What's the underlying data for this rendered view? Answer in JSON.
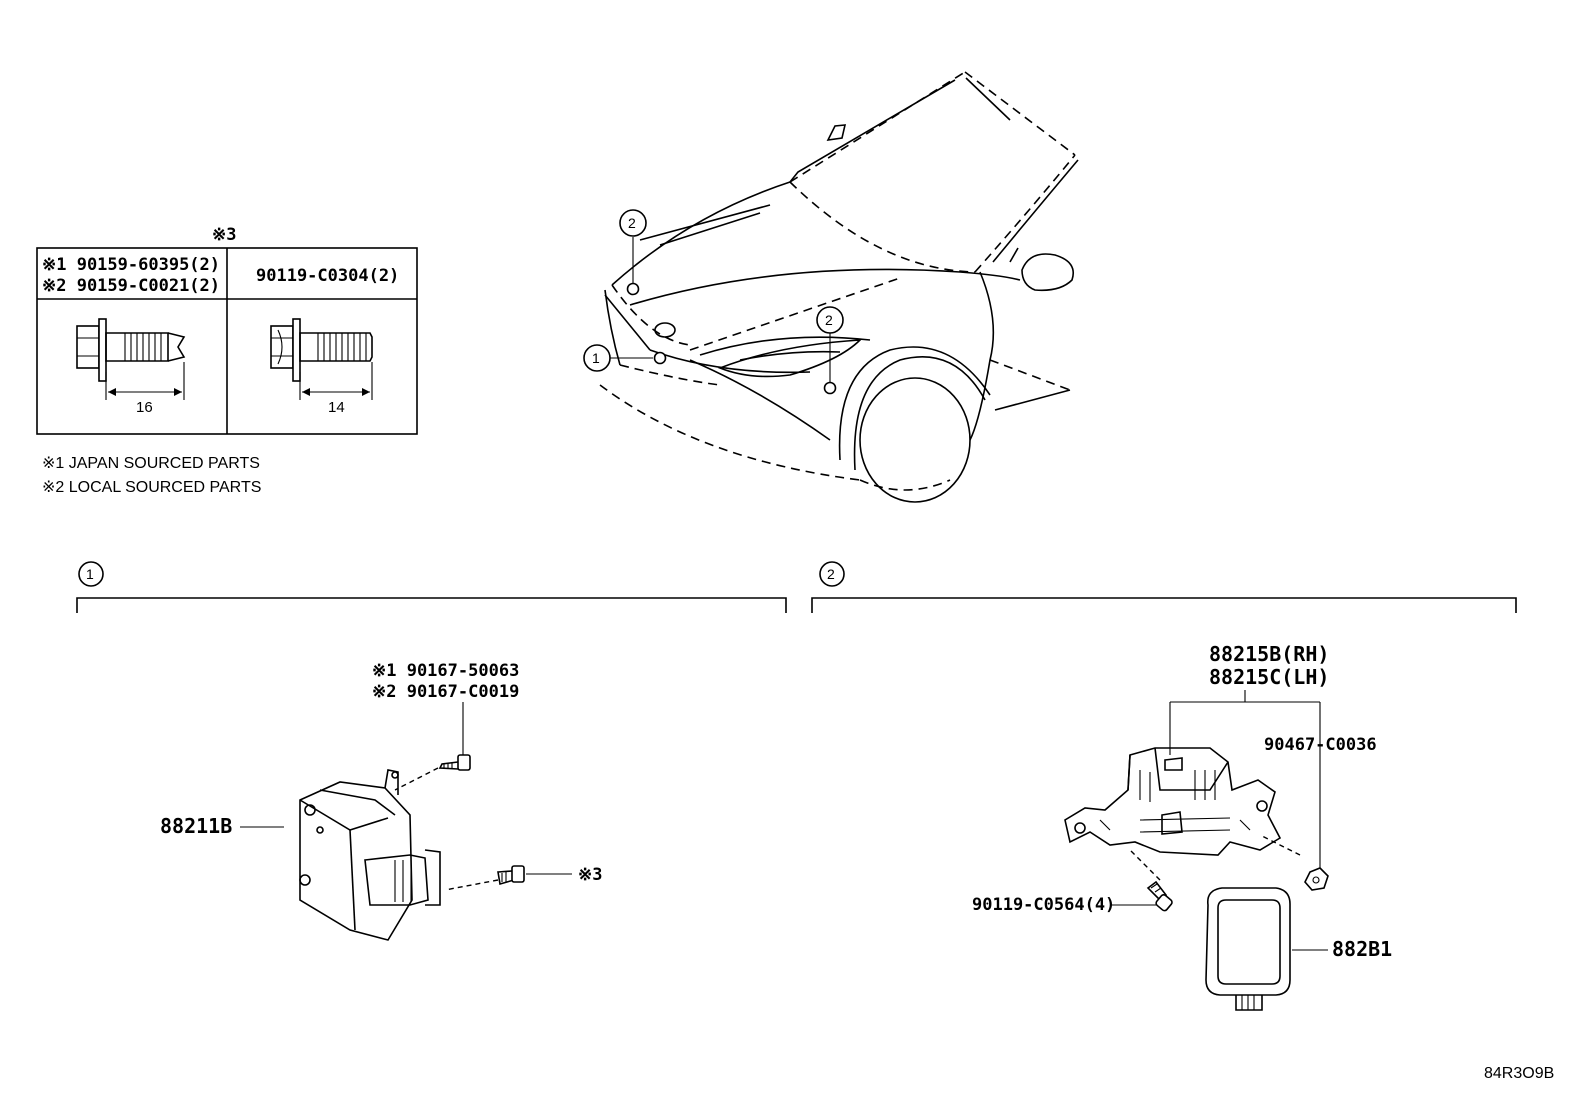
{
  "bolt_table": {
    "header_mark": "※3",
    "left_col_line1": "※1 90159-60395(2)",
    "left_col_line2": "※2 90159-C0021(2)",
    "right_col": "90119-C0304(2)",
    "left_dim": "16",
    "right_dim": "14"
  },
  "notes": {
    "note1": "※1 JAPAN SOURCED PARTS",
    "note2": "※2 LOCAL SOURCED PARTS"
  },
  "callouts": {
    "one": "1",
    "two": "2"
  },
  "group1": {
    "marker": "1",
    "bolt_line1": "※1 90167-50063",
    "bolt_line2": "※2 90167-C0019",
    "module": "88211B",
    "ref_bolt": "※3"
  },
  "group2": {
    "marker": "2",
    "bracket_rh": "88215B(RH)",
    "bracket_lh": "88215C(LH)",
    "nut": "90467-C0036",
    "screw": "90119-C0564(4)",
    "sensor": "882B1"
  },
  "diagram_code": "84R3O9B"
}
